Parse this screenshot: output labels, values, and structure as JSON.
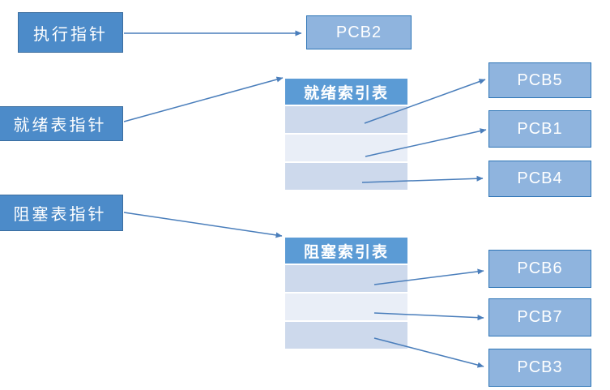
{
  "canvas": {
    "background": "#ffffff"
  },
  "colors": {
    "canvas_bg": "#ffffff",
    "pointer_box_fill": "#4C8BC9",
    "pointer_box_border": "#3C6E9F",
    "pcb_box_fill": "#8FB4DE",
    "pcb_box_border": "#2E75B6",
    "table_header_fill": "#5B9BD5",
    "table_row_dark": "#CDD9EC",
    "table_row_light": "#E9EEF7",
    "arrow": "#4A7EBB",
    "label_text": "#FFFFFF"
  },
  "pointers": {
    "exec": {
      "label": "执行指针"
    },
    "ready": {
      "label": "就绪表指针"
    },
    "blocked": {
      "label": "阻塞表指针"
    }
  },
  "tables": {
    "ready": {
      "title": "就绪索引表",
      "row_count": 3
    },
    "blocked": {
      "title": "阻塞索引表",
      "row_count": 3
    }
  },
  "pcbs": {
    "running": {
      "label": "PCB2"
    },
    "ready": [
      "PCB5",
      "PCB1",
      "PCB4"
    ],
    "blocked": [
      "PCB6",
      "PCB7",
      "PCB3"
    ]
  },
  "connections": [
    {
      "from": "exec-pointer",
      "to": "PCB2"
    },
    {
      "from": "ready-pointer",
      "to": "ready-index-table"
    },
    {
      "from": "blocked-pointer",
      "to": "blocked-index-table"
    },
    {
      "from": "ready-row-1",
      "to": "PCB5"
    },
    {
      "from": "ready-row-2",
      "to": "PCB1"
    },
    {
      "from": "ready-row-3",
      "to": "PCB4"
    },
    {
      "from": "blocked-row-1",
      "to": "PCB6"
    },
    {
      "from": "blocked-row-2",
      "to": "PCB7"
    },
    {
      "from": "blocked-row-3",
      "to": "PCB3"
    }
  ]
}
